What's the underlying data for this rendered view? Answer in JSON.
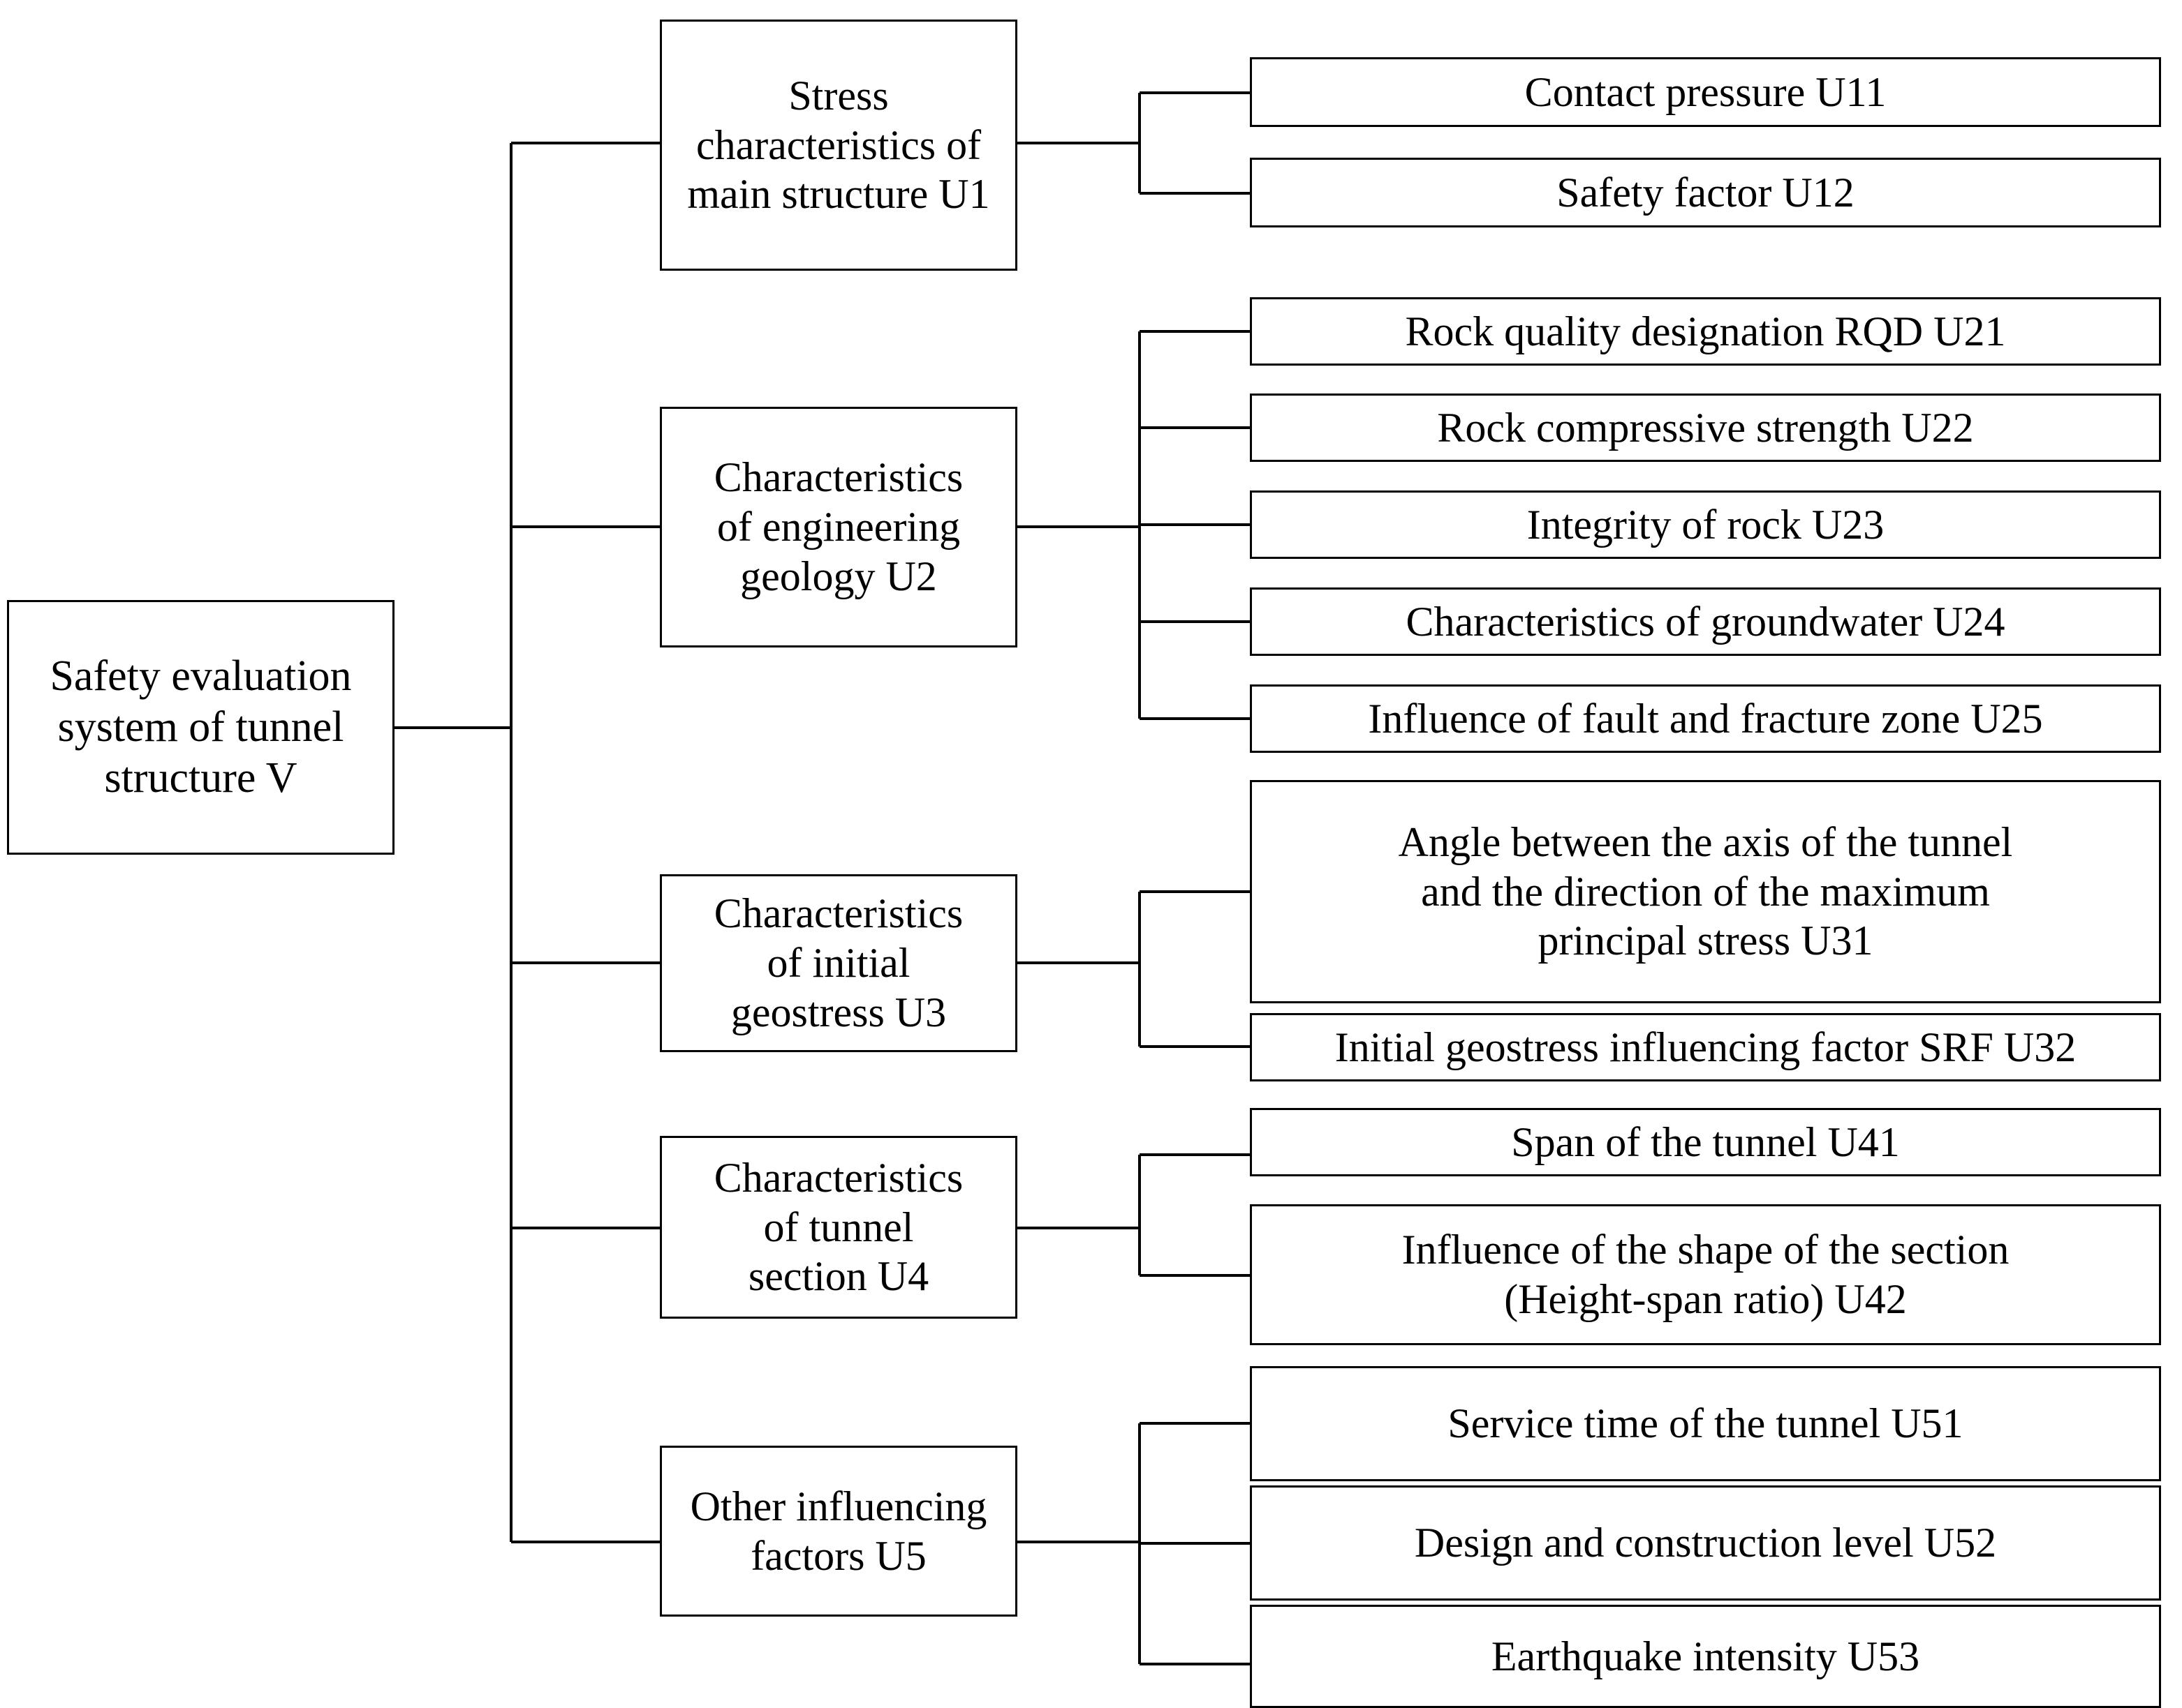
{
  "diagram": {
    "title": "Safety evaluation system of tunnel structure V",
    "type": "hierarchical-tree",
    "levels": 3,
    "orientation": "left-to-right",
    "line_color": "#000000",
    "box_fill": "#ffffff",
    "text_color": "#000000"
  },
  "root": {
    "label": "Safety evaluation\nsystem of tunnel\nstructure V",
    "code": "V"
  },
  "criteria": [
    {
      "code": "U1",
      "label": "Stress\ncharacteristics of\nmain structure U1",
      "indicators": [
        {
          "code": "U11",
          "label": "Contact pressure U11"
        },
        {
          "code": "U12",
          "label": "Safety factor U12"
        }
      ]
    },
    {
      "code": "U2",
      "label": "Characteristics\nof engineering\ngeology U2",
      "indicators": [
        {
          "code": "U21",
          "label": "Rock quality designation RQD U21"
        },
        {
          "code": "U22",
          "label": "Rock compressive strength U22"
        },
        {
          "code": "U23",
          "label": "Integrity of rock U23"
        },
        {
          "code": "U24",
          "label": "Characteristics of  groundwater U24"
        },
        {
          "code": "U25",
          "label": "Influence of fault and fracture zone U25"
        }
      ]
    },
    {
      "code": "U3",
      "label": "Characteristics\nof initial\ngeostress  U3",
      "indicators": [
        {
          "code": "U31",
          "label": "Angle between the axis of the tunnel\nand the direction of the maximum\nprincipal stress U31"
        },
        {
          "code": "U32",
          "label": "Initial geostress influencing factor SRF U32"
        }
      ]
    },
    {
      "code": "U4",
      "label": "Characteristics\nof tunnel\nsection U4",
      "indicators": [
        {
          "code": "U41",
          "label": "Span of the tunnel U41"
        },
        {
          "code": "U42",
          "label": "Influence of the shape of the section\n(Height-span ratio) U42"
        }
      ]
    },
    {
      "code": "U5",
      "label": "Other influencing\nfactors  U5",
      "indicators": [
        {
          "code": "U51",
          "label": "Service time of the tunnel U51"
        },
        {
          "code": "U52",
          "label": "Design and construction level U52"
        },
        {
          "code": "U53",
          "label": "Earthquake intensity U53"
        }
      ]
    }
  ]
}
